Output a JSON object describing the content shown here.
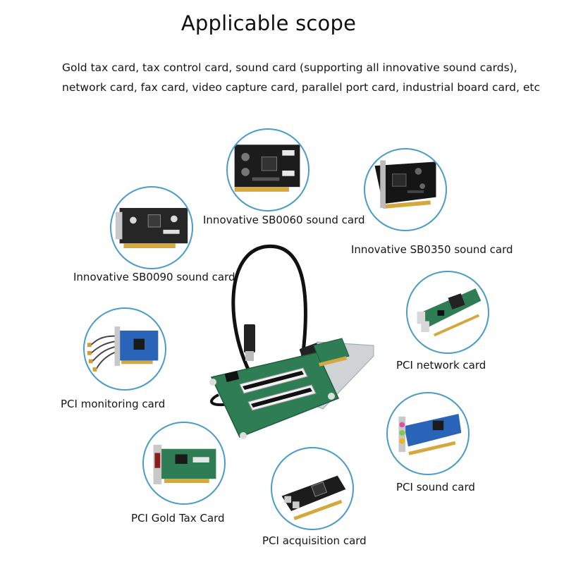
{
  "title": "Applicable scope",
  "description": [
    "Gold tax card, tax control card, sound card (supporting all innovative sound cards),",
    "network card, fax card, video capture card, parallel port card, industrial board card, etc"
  ],
  "cards": [
    {
      "label": "Innovative SB0060 sound card"
    },
    {
      "label": "Innovative SB0350 sound card"
    },
    {
      "label": "Innovative SB0090 sound card"
    },
    {
      "label": "PCI network card"
    },
    {
      "label": "PCI monitoring card"
    },
    {
      "label": "PCI sound card"
    },
    {
      "label": "PCI Gold Tax Card"
    },
    {
      "label": "PCI acquisition card"
    }
  ],
  "colors": {
    "circle_border": "#4a9cc7",
    "pcb_green": "#2f7d55",
    "pcb_dark": "#1c1c1c",
    "pcb_blue": "#2a64b8",
    "gold": "#d4a83c"
  }
}
